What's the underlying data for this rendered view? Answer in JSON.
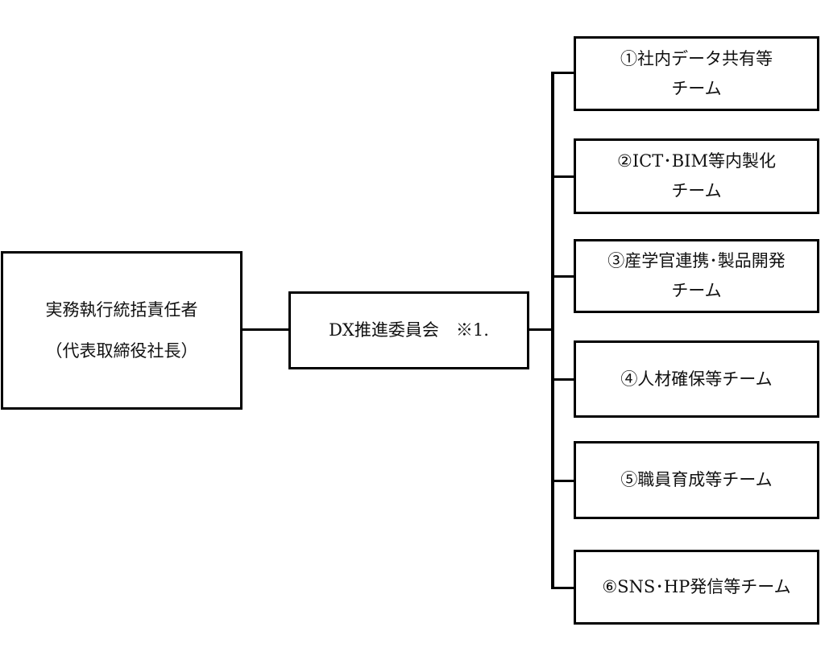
{
  "executive": {
    "line1": "実務執行統括責任者",
    "line2": "（代表取締役社長）"
  },
  "committee": {
    "label": "DX推進委員会　※1."
  },
  "teams": [
    {
      "line1": "①社内データ共有等",
      "line2": "チーム"
    },
    {
      "line1": "②ICT･BIM等内製化",
      "line2": "チーム"
    },
    {
      "line1": "③産学官連携･製品開発",
      "line2": "チーム"
    },
    {
      "line1": "④人材確保等チーム",
      "line2": ""
    },
    {
      "line1": "⑤職員育成等チーム",
      "line2": ""
    },
    {
      "line1": "⑥SNS･HP発信等チーム",
      "line2": ""
    }
  ]
}
